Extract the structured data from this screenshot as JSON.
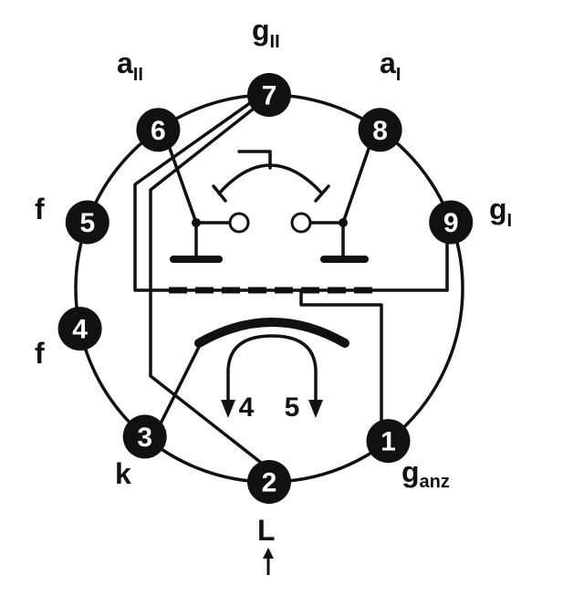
{
  "pins": [
    {
      "n": "1",
      "angle": 142
    },
    {
      "n": "2",
      "angle": 180
    },
    {
      "n": "3",
      "angle": 220
    },
    {
      "n": "4",
      "angle": 258
    },
    {
      "n": "5",
      "angle": 290
    },
    {
      "n": "6",
      "angle": 325
    },
    {
      "n": "7",
      "angle": 0
    },
    {
      "n": "8",
      "angle": 35
    },
    {
      "n": "9",
      "angle": 70
    }
  ],
  "labels": {
    "pin7_main": "g",
    "pin7_sub": "II",
    "pin6_main": "a",
    "pin6_sub": "II",
    "pin8_main": "a",
    "pin8_sub": "I",
    "pin9_main": "g",
    "pin9_sub": "I",
    "pin5": "f",
    "pin4": "f",
    "pin3": "k",
    "pin1_main": "g",
    "pin1_sub": "anz",
    "bottom_mark": "L",
    "heater_left": "4",
    "heater_right": "5"
  },
  "colors": {
    "ink": "#111111",
    "background": "#ffffff",
    "pin_text": "#ffffff"
  }
}
